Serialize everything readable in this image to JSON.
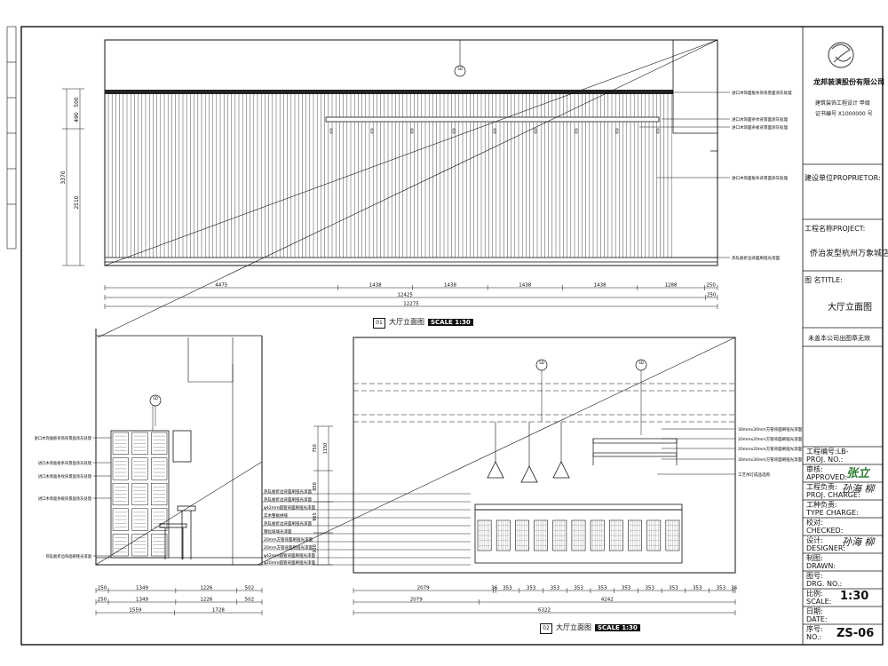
{
  "titleblock": {
    "company": "龙邦装潢股份有限公司",
    "qualification": "建筑装饰工程设计 甲级",
    "cert_no": "证书编号 X1000000  号",
    "proprietor_label": "建设单位PROPRIETOR:",
    "project_label": "工程名称PROJECT:",
    "project_name": "侨治发型杭州万象城店",
    "title_label": "图 名TITLE:",
    "drawing_title": "大厅立面图",
    "notice": "未盖本公司出图章无效",
    "proj_no_label": "工程编号:LB-",
    "proj_no_en": "PROJ. NO.:",
    "approved_label": "审核:",
    "approved_en": "APPROVED:",
    "approved_sign": "张立",
    "charge_label": "工程负责:",
    "charge_en": "PROJ. CHARGE:",
    "charge_sign": "孙海 柳",
    "type_label": "工种负责:",
    "type_en": "TYPE CHARGE:",
    "checked_label": "校对:",
    "checked_en": "CHECKED:",
    "designer_label": "设计:",
    "designer_en": "DESIGNER:",
    "designer_sign": "孙海 柳",
    "drawn_label": "制图:",
    "drawn_en": "DRAWN:",
    "drg_label": "图号:",
    "drg_en": "DRG. NO.:",
    "scale_label": "比例:",
    "scale_en": "SCALE:",
    "scale_value": "1:30",
    "date_label": "日期:",
    "date_en": "DATE:",
    "no_label": "序号:",
    "no_en": "NO.:",
    "no_value": "ZS-06"
  },
  "elev1": {
    "caption_num": "01",
    "caption": "大厅立面图",
    "scale": "SCALE 1:30",
    "callout_top": "SD",
    "dims_v": [
      "3370",
      "2510",
      "490",
      "500"
    ],
    "dims_h_row1": [
      "4475",
      "1438",
      "1438",
      "1438",
      "1438",
      "1288",
      "250"
    ],
    "dims_h_row2": [
      "12425",
      "250"
    ],
    "dims_h_row3": [
      "12275"
    ],
    "notes": [
      "进口木饰面板条饰背景面涂灰处理",
      "进口木饰面条纹背景面涂灰处理",
      "进口木饰面条板背景面涂灰处理",
      "进口木饰面板条背景面涂灰处理",
      "热轧板折边背面刷哑光漆面"
    ]
  },
  "elev2": {
    "caption_num": "02",
    "caption": "大厅立面图",
    "scale": "SCALE 1:30",
    "callouts": [
      "SD",
      "SD"
    ],
    "left_dims_row1": [
      "250",
      "1349",
      "1226",
      "502"
    ],
    "left_dims_row2": [
      "250",
      "1349",
      "1226",
      "502"
    ],
    "left_dims_row3": [
      "1559",
      "1728"
    ],
    "right_dims_row1": [
      "2079",
      "36",
      "353",
      "353",
      "353",
      "353",
      "353",
      "353",
      "353",
      "353",
      "353",
      "353",
      "36"
    ],
    "right_dims_row2": [
      "2079",
      "4242"
    ],
    "right_dims_row3": [
      "6322"
    ],
    "left_notes": [
      "进口木饰面板条饰背景面涂灰处理",
      "进口木饰面板条背景面涂灰处理",
      "进口木饰面条纹背景面涂灰处理",
      "进口木饰面条板背景面涂灰处理",
      "热轧板折边背面刷哑光漆面"
    ],
    "mid_notes": [
      "热轧板折边背面刷哑光漆面",
      "热轧板折边背面刷哑光漆面",
      "φ42mm圆管背面刷哑光漆面",
      "实木整板拼缝",
      "热轧板折边背面刷哑光漆面",
      "钢化玻璃光漆面",
      "20mm方管背面刷哑光漆面",
      "20mm方管背面刷哑光漆面",
      "φ42mm圆管背面刷哑光漆面",
      "φ20mm圆管背面刷哑光漆面"
    ],
    "right_notes": [
      "30mmx30mm方管背面刷哑光漆面",
      "20mmx20mm方管背面刷哑光漆面",
      "20mmx20mm方管背面刷哑光漆面",
      "30mmx30mm方管背面刷哑光漆面",
      "工艺吊灯成品选购"
    ],
    "vdims": [
      "750",
      "850",
      "1150",
      "965",
      "300"
    ]
  }
}
